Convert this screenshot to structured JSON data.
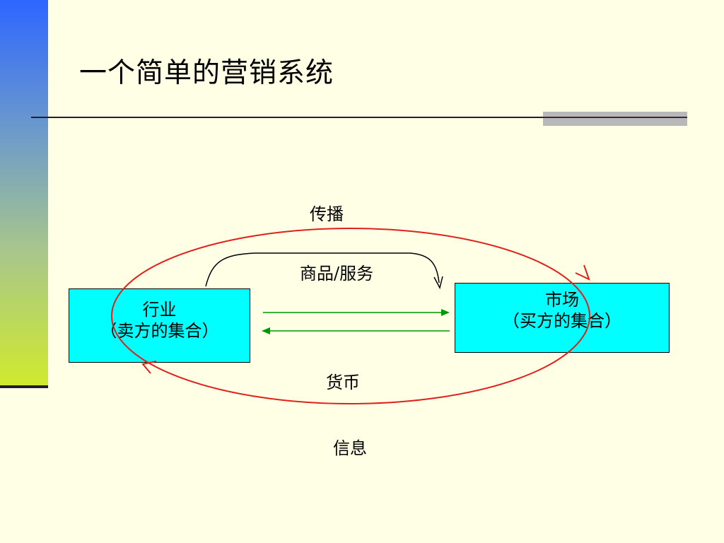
{
  "slide": {
    "title": "一个简单的营销系统"
  },
  "diagram": {
    "industry": {
      "name": "行业",
      "subtitle": "（卖方的集合）"
    },
    "market": {
      "name": "市场",
      "subtitle": "（买方的集合）"
    },
    "labels": {
      "communication": "传播",
      "goods_services": "商品/服务",
      "money": "货币",
      "information": "信息"
    },
    "colors": {
      "box_fill": "#00FFFF",
      "cycle_ellipse": "#E0201A",
      "flow_arrows": "#009900",
      "goods_arc": "#000000"
    }
  }
}
